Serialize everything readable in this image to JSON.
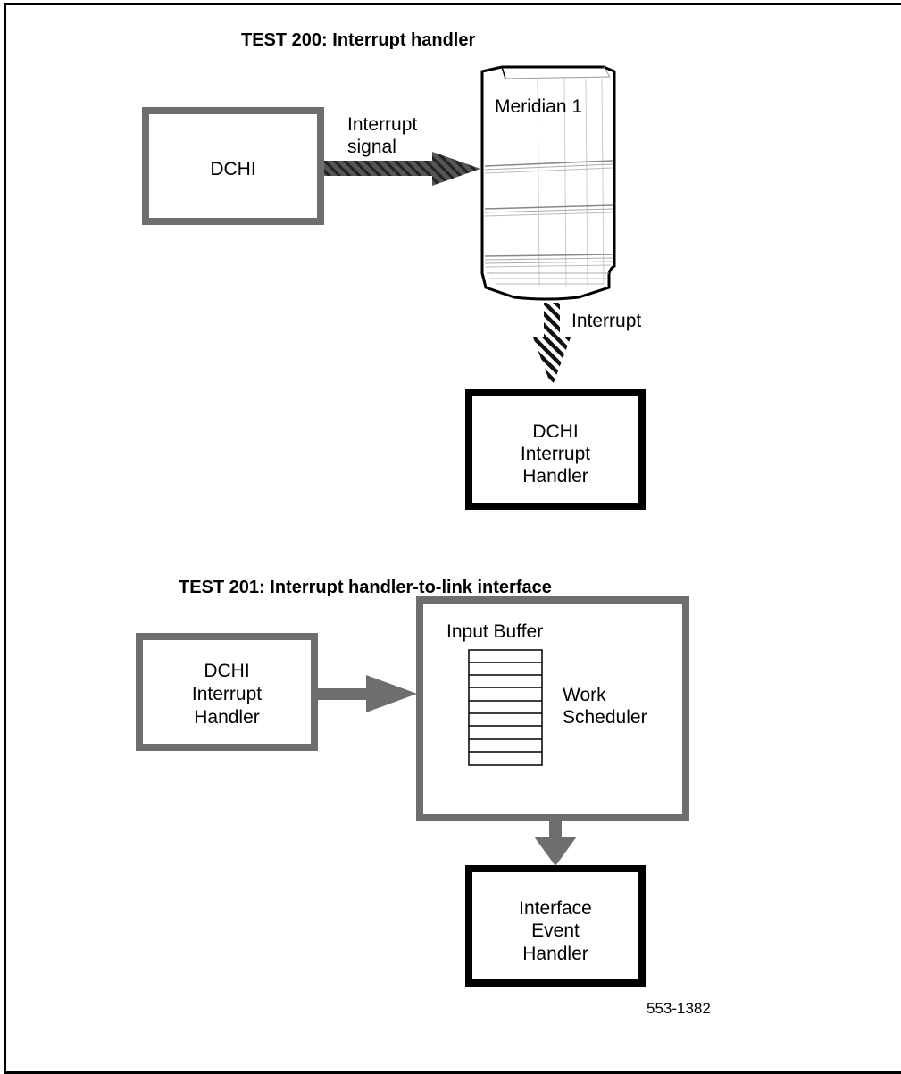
{
  "test200": {
    "title": "TEST 200:  Interrupt handler",
    "dchi_label": "DCHI",
    "signal_label_line1": "Interrupt",
    "signal_label_line2": "signal",
    "cabinet_label": "Meridian 1",
    "interrupt_label": "Interrupt",
    "handler_line1": "DCHI",
    "handler_line2": "Interrupt",
    "handler_line3": "Handler"
  },
  "test201": {
    "title": "TEST 201:  Interrupt handler-to-link interface",
    "source_line1": "DCHI",
    "source_line2": "Interrupt",
    "source_line3": "Handler",
    "buffer_label": "Input Buffer",
    "scheduler_line1": "Work",
    "scheduler_line2": "Scheduler",
    "event_line1": "Interface",
    "event_line2": "Event",
    "event_line3": "Handler"
  },
  "figure_code": "553-1382",
  "colors": {
    "gray_box": "#6e6e6e",
    "black_box": "#000000",
    "arrow_gray": "#6e6e6e"
  }
}
